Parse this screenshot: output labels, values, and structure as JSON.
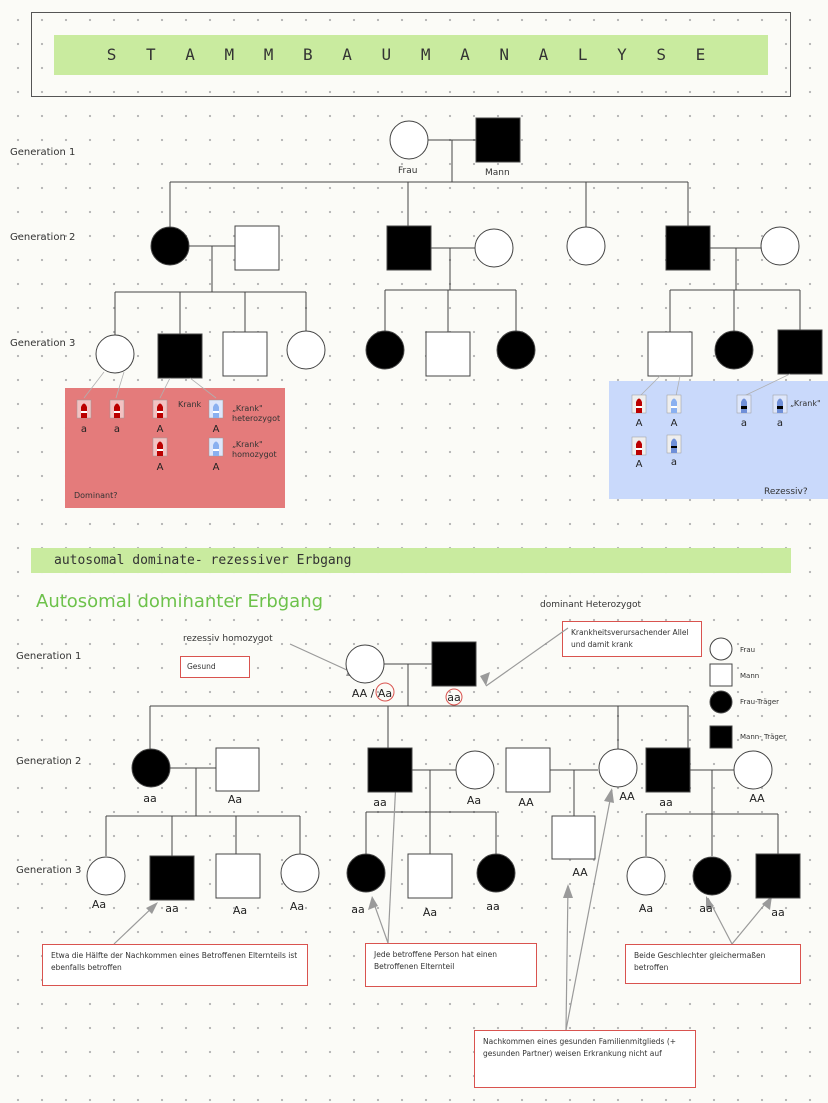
{
  "title": "S T A M M B A U M A N A L Y S E",
  "generations": {
    "g1": "Generation 1",
    "g2": "Generation 2",
    "g3": "Generation 3"
  },
  "top_tree": {
    "frau_label": "Frau",
    "mann_label": "Mann",
    "dominant_label": "Dominant?",
    "rezessiv_label": "Rezessiv?",
    "krank_label": "Krank",
    "krank_heterozygot": "„Krank\" heterozygot",
    "krank_homozygot": "„Krank\" homozygot",
    "krank_quote": "„Krank\"",
    "dom_alleles_row1": [
      "a",
      "a",
      "A",
      "A"
    ],
    "dom_alleles_row2": [
      "A",
      "A"
    ],
    "rez_alleles_row1": [
      "A",
      "A"
    ],
    "rez_alleles_row2": [
      "A",
      "a"
    ],
    "rez_alleles_right": [
      "a",
      "a"
    ]
  },
  "section_title": "autosomal dominate- rezessiver Erbgang",
  "subheading": "Autosomal dominanter Erbgang",
  "bottom_tree": {
    "rezessiv_homozygot": "rezessiv homozygot",
    "dominant_heterozygot": "dominant Heterozygot",
    "gesund": "Gesund",
    "krankheit_note": "Krankheitsverursachender Allel und damit krank",
    "gen1_frau_genotype": "AA / Aa",
    "gen1_mann_genotype": "aa",
    "gen2_genotypes": [
      "aa",
      "Aa",
      "aa",
      "Aa",
      "AA",
      "AA",
      "aa",
      "AA"
    ],
    "gen2_extra": "AA",
    "gen3_genotypes": [
      "Aa",
      "aa",
      "Aa",
      "Aa",
      "aa",
      "Aa",
      "aa",
      "Aa",
      "aa",
      "aa"
    ],
    "note1": "Etwa die Hälfte der Nachkommen eines Betroffenen Elternteils ist ebenfalls betroffen",
    "note2": "Jede betroffene Person hat einen Betroffenen Elternteil",
    "note3": "Nachkommen eines gesunden Familienmitglieds (+ gesunden Partner) weisen Erkrankung nicht auf",
    "note4": "Beide Geschlechter gleichermaßen betroffen"
  },
  "legend": {
    "frau": "Frau",
    "mann": "Mann",
    "frau_traeger": "Frau-Träger",
    "mann_traeger": "Mann- Träger"
  },
  "colors": {
    "green_bar": "#c9eb9f",
    "dominant_box": "#e47b7b",
    "rezessiv_box": "#c9d9fb",
    "note_border": "#d9534f",
    "heading_green": "#6dc24b"
  }
}
